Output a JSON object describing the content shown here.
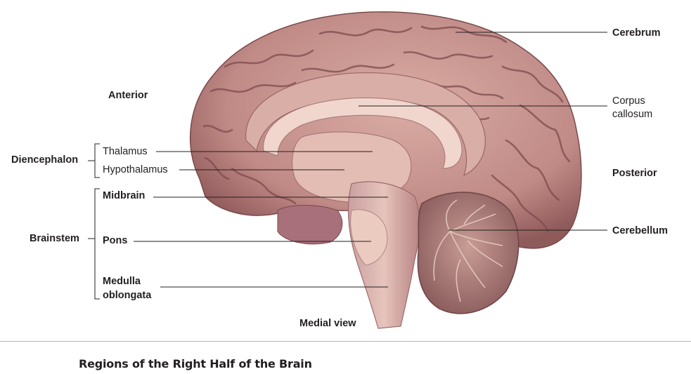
{
  "labels": {
    "cerebrum": "Cerebrum",
    "corpus_callosum_line1": "Corpus",
    "corpus_callosum_line2": "callosum",
    "anterior": "Anterior",
    "posterior": "Posterior",
    "diencephalon": "Diencephalon",
    "thalamus": "Thalamus",
    "hypothalamus": "Hypothalamus",
    "brainstem": "Brainstem",
    "midbrain": "Midbrain",
    "pons": "Pons",
    "medulla_line1": "Medulla",
    "medulla_line2": "oblongata",
    "cerebellum": "Cerebellum",
    "view": "Medial view"
  },
  "caption": "Regions of the Right Half of the Brain",
  "colors": {
    "tissue": "#c89690",
    "tissue_dark": "#8f5a5a",
    "tissue_light": "#e2bcb2",
    "leader_line": "#231f20"
  }
}
